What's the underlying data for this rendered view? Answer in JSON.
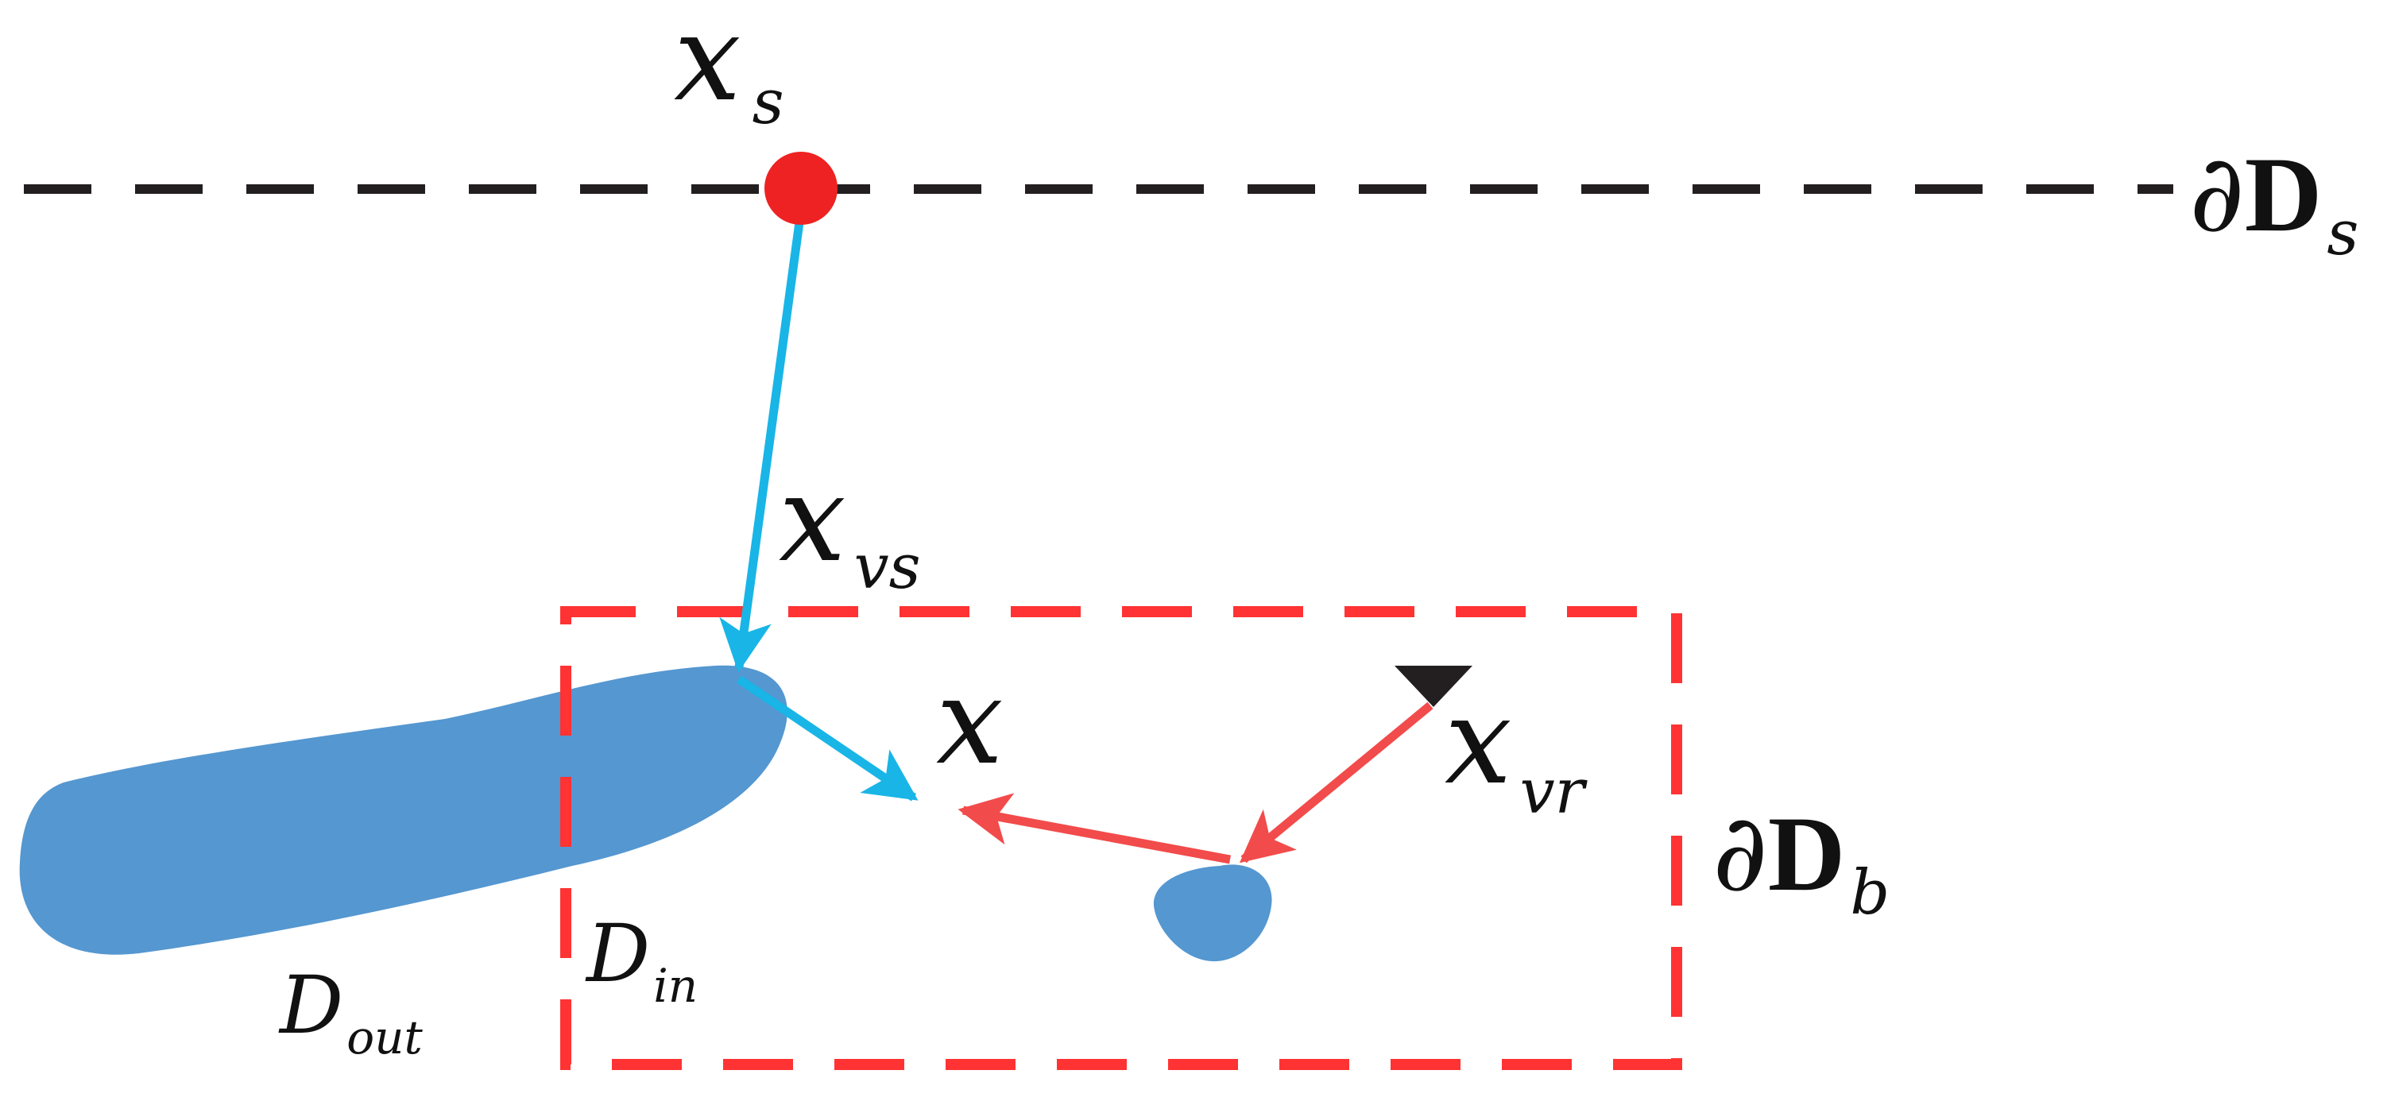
{
  "colors": {
    "background": "#ffffff",
    "source_boundary": "#231f20",
    "target_box": "#ff3333",
    "blue_arrow": "#19b5e6",
    "red_arrow": "#f24b4b",
    "scatterer_fill": "#5597d0",
    "source_point": "#ee2222",
    "receiver_marker": "#231f20"
  },
  "labels": {
    "source": {
      "main": "x",
      "sub": "s"
    },
    "virtual_source": {
      "main": "x",
      "sub": "vs"
    },
    "point": {
      "main": "x"
    },
    "virtual_receiver": {
      "main": "x",
      "sub": "vr"
    },
    "boundary_s": {
      "partial": "∂",
      "main": "D",
      "sub": "s"
    },
    "boundary_b": {
      "partial": "∂",
      "main": "D",
      "sub": "b"
    },
    "domain_out": {
      "main": "D",
      "sub": "out"
    },
    "domain_in": {
      "main": "D",
      "sub": "in"
    }
  },
  "icons": {
    "source": "filled-circle",
    "receiver": "downward-triangle"
  }
}
